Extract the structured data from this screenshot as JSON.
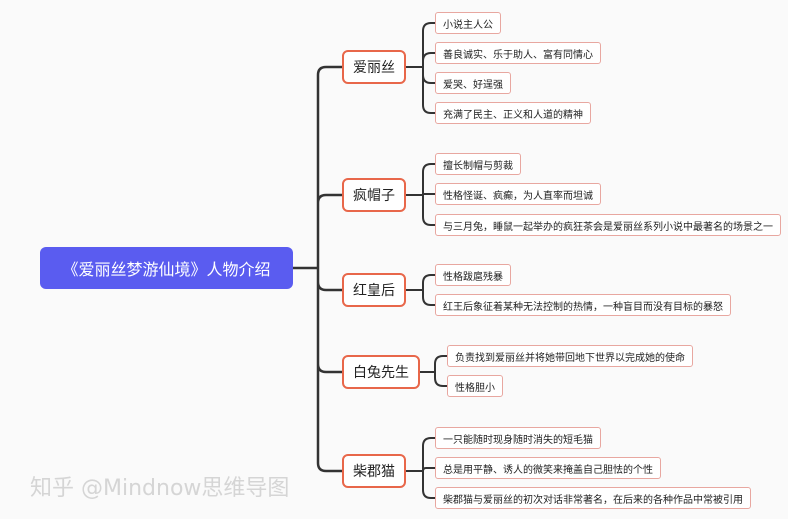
{
  "root": {
    "label": "《爱丽丝梦游仙境》人物介绍"
  },
  "branches": [
    {
      "label": "爱丽丝",
      "leaves": [
        "小说主人公",
        "善良诚实、乐于助人、富有同情心",
        "爱哭、好逞强",
        "充满了民主、正义和人道的精神"
      ]
    },
    {
      "label": "疯帽子",
      "leaves": [
        "擅长制帽与剪裁",
        "性格怪诞、疯癫，为人直率而坦诚",
        "与三月兔，睡鼠一起举办的疯狂茶会是爱丽丝系列小说中最著名的场景之一"
      ]
    },
    {
      "label": "红皇后",
      "leaves": [
        "性格跋扈残暴",
        "红王后象征着某种无法控制的热情，一种盲目而没有目标的暴怒"
      ]
    },
    {
      "label": "白兔先生",
      "leaves": [
        "负责找到爱丽丝并将她带回地下世界以完成她的使命",
        "性格胆小"
      ]
    },
    {
      "label": "柴郡猫",
      "leaves": [
        "一只能随时现身随时消失的短毛猫",
        "总是用平静、诱人的微笑来掩盖自己胆怯的个性",
        "柴郡猫与爱丽丝的初次对话非常著名，在后来的各种作品中常被引用"
      ]
    }
  ],
  "watermark": "知乎 @Mindnow思维导图",
  "colors": {
    "root": "#5a5cf0",
    "branch_border": "#e8674a",
    "leaf_border": "#e8a7a0",
    "line": "#333333"
  }
}
